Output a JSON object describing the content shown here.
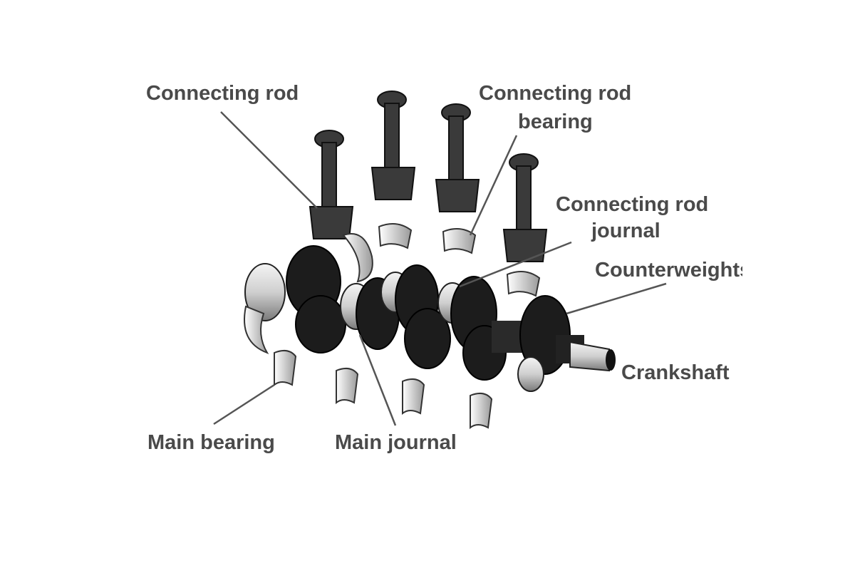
{
  "diagram": {
    "title": "Crankshaft assembly",
    "labels": {
      "connecting_rod": "Connecting rod",
      "connecting_rod_bearing_1": "Connecting rod",
      "connecting_rod_bearing_2": "bearing",
      "connecting_rod_journal_1": "Connecting rod",
      "connecting_rod_journal_2": "journal",
      "counterweights": "Counterweights",
      "crankshaft": "Crankshaft",
      "main_bearing": "Main bearing",
      "main_journal": "Main journal"
    }
  }
}
